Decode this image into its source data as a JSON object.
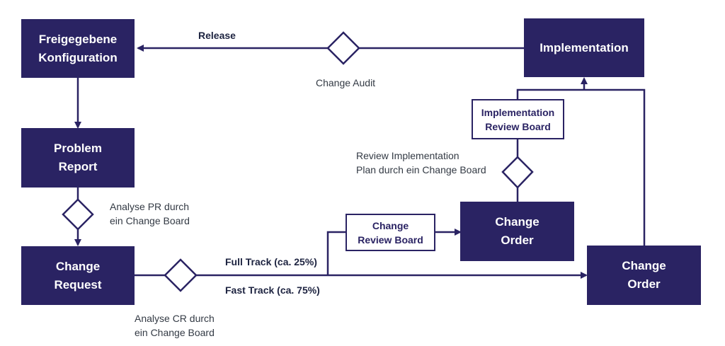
{
  "colors": {
    "primary": "#2a2363",
    "text": "#333a44",
    "background": "#ffffff"
  },
  "nodes": {
    "freigegebene": [
      "Freigegebene",
      "Konfiguration"
    ],
    "implementation": [
      "Implementation"
    ],
    "problem_report": [
      "Problem",
      "Report"
    ],
    "change_request": [
      "Change",
      "Request"
    ],
    "change_order_mid": [
      "Change",
      "Order"
    ],
    "change_order_right": [
      "Change",
      "Order"
    ],
    "change_review_board": [
      "Change",
      "Review Board"
    ],
    "impl_review_board": [
      "Implementation",
      "Review Board"
    ]
  },
  "labels": {
    "release": "Release",
    "change_audit": "Change Audit",
    "review_impl": [
      "Review Implementation",
      "Plan durch ein Change Board"
    ],
    "analyse_pr": [
      "Analyse PR durch",
      "ein Change Board"
    ],
    "analyse_cr": [
      "Analyse CR durch",
      "ein Change Board"
    ],
    "full_track": "Full Track (ca. 25%)",
    "fast_track": "Fast Track (ca. 75%)"
  }
}
